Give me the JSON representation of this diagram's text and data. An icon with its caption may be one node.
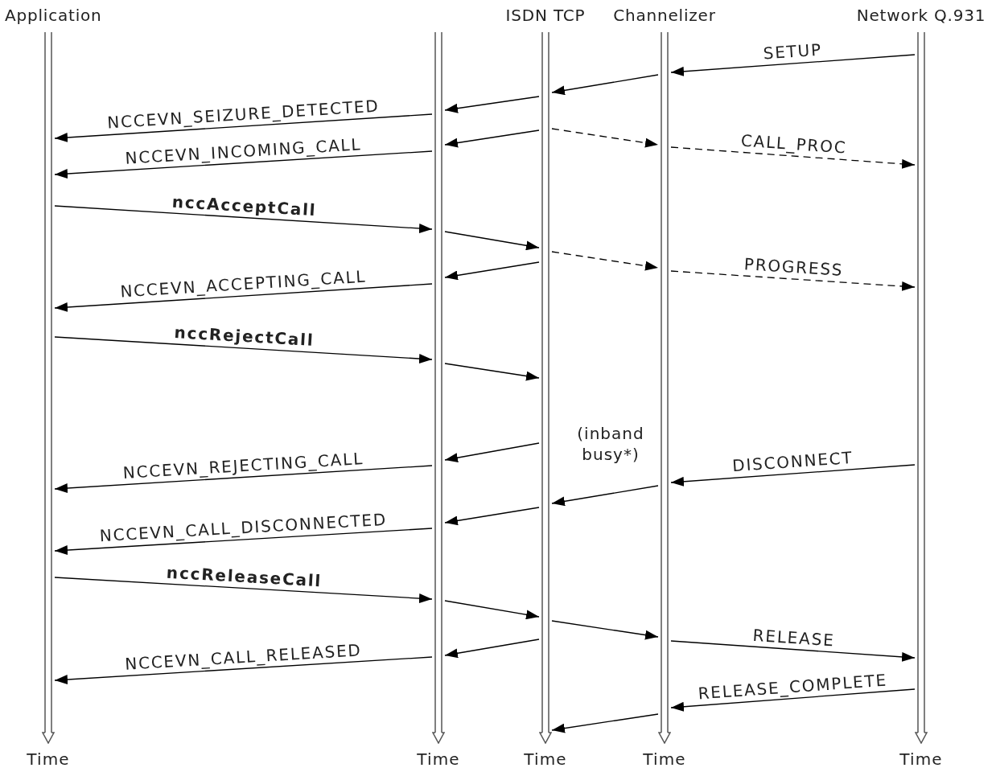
{
  "diagram": {
    "nodes": [
      {
        "text": [
          "Application",
          "Time"
        ]
      },
      {
        "text": [
          "Time"
        ]
      },
      {
        "text": [
          "ISDN TCP",
          "Time"
        ]
      },
      {
        "text": [
          "Channelizer",
          "Time"
        ]
      },
      {
        "text": [
          "Network Q.931",
          "Time"
        ]
      }
    ],
    "edges": [
      {
        "from": 4,
        "to": 3,
        "arrow": "to",
        "label": "SETUP"
      },
      {
        "from": 3,
        "to": 2,
        "arrow": "to"
      },
      {
        "from": 2,
        "to": 1,
        "arrow": "to"
      },
      {
        "from": 1,
        "to": 0,
        "arrow": "to",
        "label": "NCCEVN_SEIZURE_DETECTED"
      },
      {
        "from": 2,
        "to": 1,
        "arrow": "to"
      },
      {
        "from": 2,
        "to": 3,
        "arrow": "to",
        "style": "dashed"
      },
      {
        "from": 3,
        "to": 4,
        "arrow": "to",
        "style": "dashed",
        "label": "CALL_PROC"
      },
      {
        "from": 1,
        "to": 0,
        "arrow": "to",
        "label": "NCCEVN_INCOMING_CALL"
      },
      {
        "from": 0,
        "to": 1,
        "arrow": "to",
        "label": "nccAcceptCall"
      },
      {
        "from": 1,
        "to": 2,
        "arrow": "to"
      },
      {
        "from": 2,
        "to": 3,
        "arrow": "to",
        "style": "dashed"
      },
      {
        "from": 2,
        "to": 1,
        "arrow": "to"
      },
      {
        "from": 3,
        "to": 4,
        "arrow": "to",
        "style": "dashed",
        "label": "PROGRESS"
      },
      {
        "from": 1,
        "to": 0,
        "arrow": "to",
        "label": "NCCEVN_ACCEPTING_CALL"
      },
      {
        "from": 0,
        "to": 1,
        "arrow": "to",
        "label": "nccRejectCall"
      },
      {
        "from": 1,
        "to": 2,
        "arrow": "to"
      },
      {
        "from": 2,
        "to": 1,
        "arrow": "to"
      },
      {
        "from": 4,
        "to": 3,
        "arrow": "to",
        "label": "DISCONNECT"
      },
      {
        "from": 1,
        "to": 0,
        "arrow": "to",
        "label": "NCCEVN_REJECTING_CALL"
      },
      {
        "from": 3,
        "to": 2,
        "arrow": "to"
      },
      {
        "from": 2,
        "to": 1,
        "arrow": "to"
      },
      {
        "from": 1,
        "to": 0,
        "arrow": "to",
        "label": "NCCEVN_CALL_DISCONNECTED"
      },
      {
        "from": 0,
        "to": 1,
        "arrow": "to",
        "label": "nccReleaseCall"
      },
      {
        "from": 1,
        "to": 2,
        "arrow": "to"
      },
      {
        "from": 2,
        "to": 3,
        "arrow": "to"
      },
      {
        "from": 2,
        "to": 1,
        "arrow": "to"
      },
      {
        "from": 3,
        "to": 4,
        "arrow": "to",
        "label": "RELEASE"
      },
      {
        "from": 1,
        "to": 0,
        "arrow": "to",
        "label": "NCCEVN_CALL_RELEASED"
      },
      {
        "from": 4,
        "to": 3,
        "arrow": "to",
        "label": "RELEASE_COMPLETE"
      },
      {
        "from": 3,
        "to": 2,
        "arrow": "to"
      }
    ],
    "labels": [
      "(inband busy*)"
    ]
  }
}
